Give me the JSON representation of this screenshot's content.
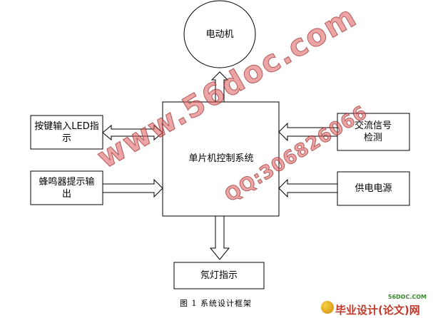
{
  "nodes": {
    "motor": "电动机",
    "keys_led": "按键输入LED指示",
    "buzzer": "蜂鸣器提示输出",
    "mcu": "单片机控制系统",
    "ac_signal": "交流信号检测",
    "power": "供电电源",
    "neon": "氖灯指示"
  },
  "caption": "图 1  系统设计框架",
  "watermark": {
    "site": "www.56doc.com",
    "qq": "QQ:306826066"
  },
  "logo": {
    "top": "56DOC.COM",
    "main": "毕业设计(论文)网"
  },
  "colors": {
    "line": "#000000",
    "watermark": "#dc5a5a",
    "logo_text": "#c0392b"
  }
}
